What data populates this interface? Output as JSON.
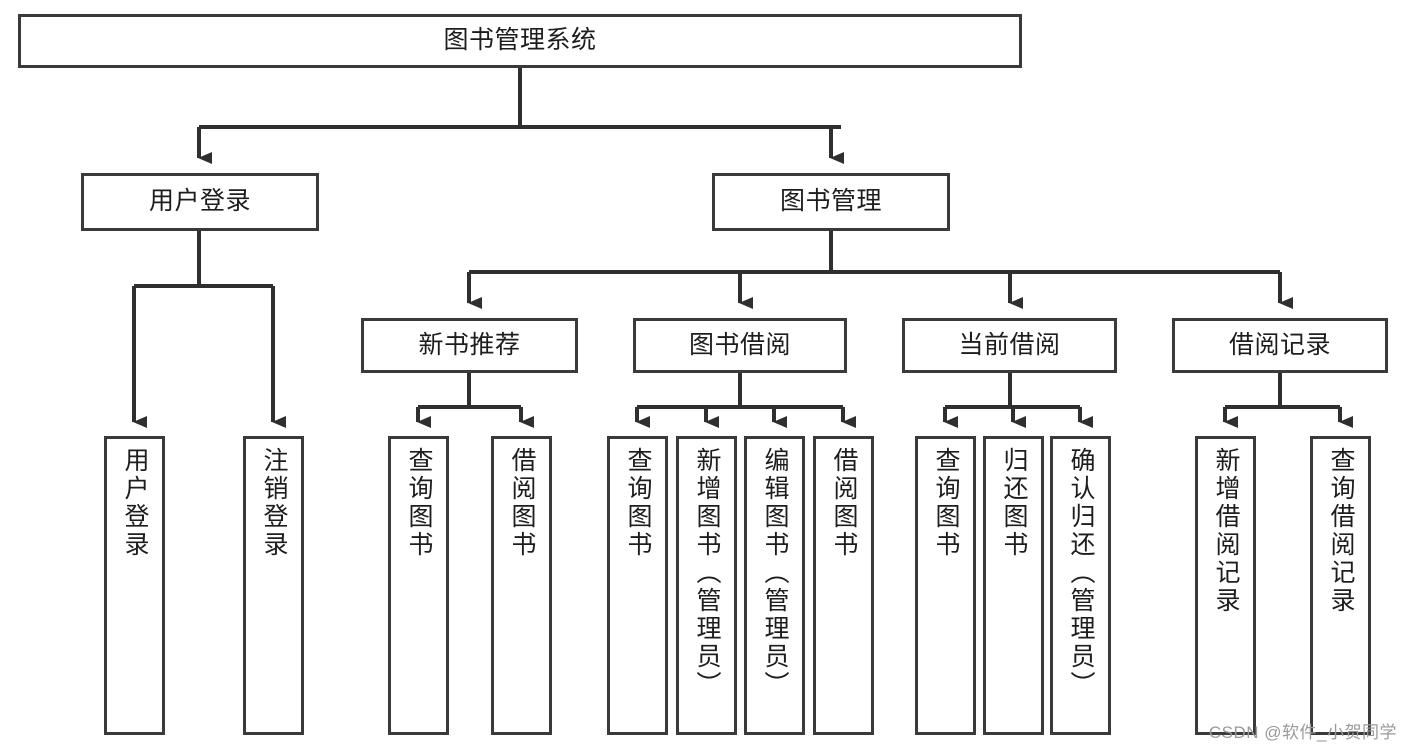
{
  "diagram": {
    "title": "图书管理系统",
    "type": "tree-hierarchy",
    "watermark": "CSDN @软件_小贺同学",
    "colors": {
      "background": "#ffffff",
      "box_border": "#3a3a3a",
      "box_fill": "#ffffff",
      "connector": "#2f2f2f",
      "text": "#1d1d1d",
      "watermark": "#9a9a9a"
    },
    "root": {
      "label": "图书管理系统",
      "orientation": "horizontal"
    },
    "level1": [
      {
        "label": "用户登录",
        "orientation": "horizontal"
      },
      {
        "label": "图书管理",
        "orientation": "horizontal"
      }
    ],
    "level2": [
      {
        "label": "新书推荐",
        "orientation": "horizontal",
        "parent": "图书管理"
      },
      {
        "label": "图书借阅",
        "orientation": "horizontal",
        "parent": "图书管理"
      },
      {
        "label": "当前借阅",
        "orientation": "horizontal",
        "parent": "图书管理"
      },
      {
        "label": "借阅记录",
        "orientation": "horizontal",
        "parent": "图书管理"
      }
    ],
    "leaves": {
      "user_login": [
        {
          "label": "用户登录",
          "orientation": "vertical"
        },
        {
          "label": "注销登录",
          "orientation": "vertical"
        }
      ],
      "new_book_recommend": [
        {
          "label": "查询图书",
          "orientation": "vertical"
        },
        {
          "label": "借阅图书",
          "orientation": "vertical"
        }
      ],
      "book_borrow": [
        {
          "label": "查询图书",
          "orientation": "vertical"
        },
        {
          "label": "新增图书（管理员）",
          "orientation": "vertical"
        },
        {
          "label": "编辑图书（管理员）",
          "orientation": "vertical"
        },
        {
          "label": "借阅图书",
          "orientation": "vertical"
        }
      ],
      "current_borrow": [
        {
          "label": "查询图书",
          "orientation": "vertical"
        },
        {
          "label": "归还图书",
          "orientation": "vertical"
        },
        {
          "label": "确认归还（管理员）",
          "orientation": "vertical"
        }
      ],
      "borrow_record": [
        {
          "label": "新增借阅记录",
          "orientation": "vertical"
        },
        {
          "label": "查询借阅记录",
          "orientation": "vertical"
        }
      ]
    }
  }
}
